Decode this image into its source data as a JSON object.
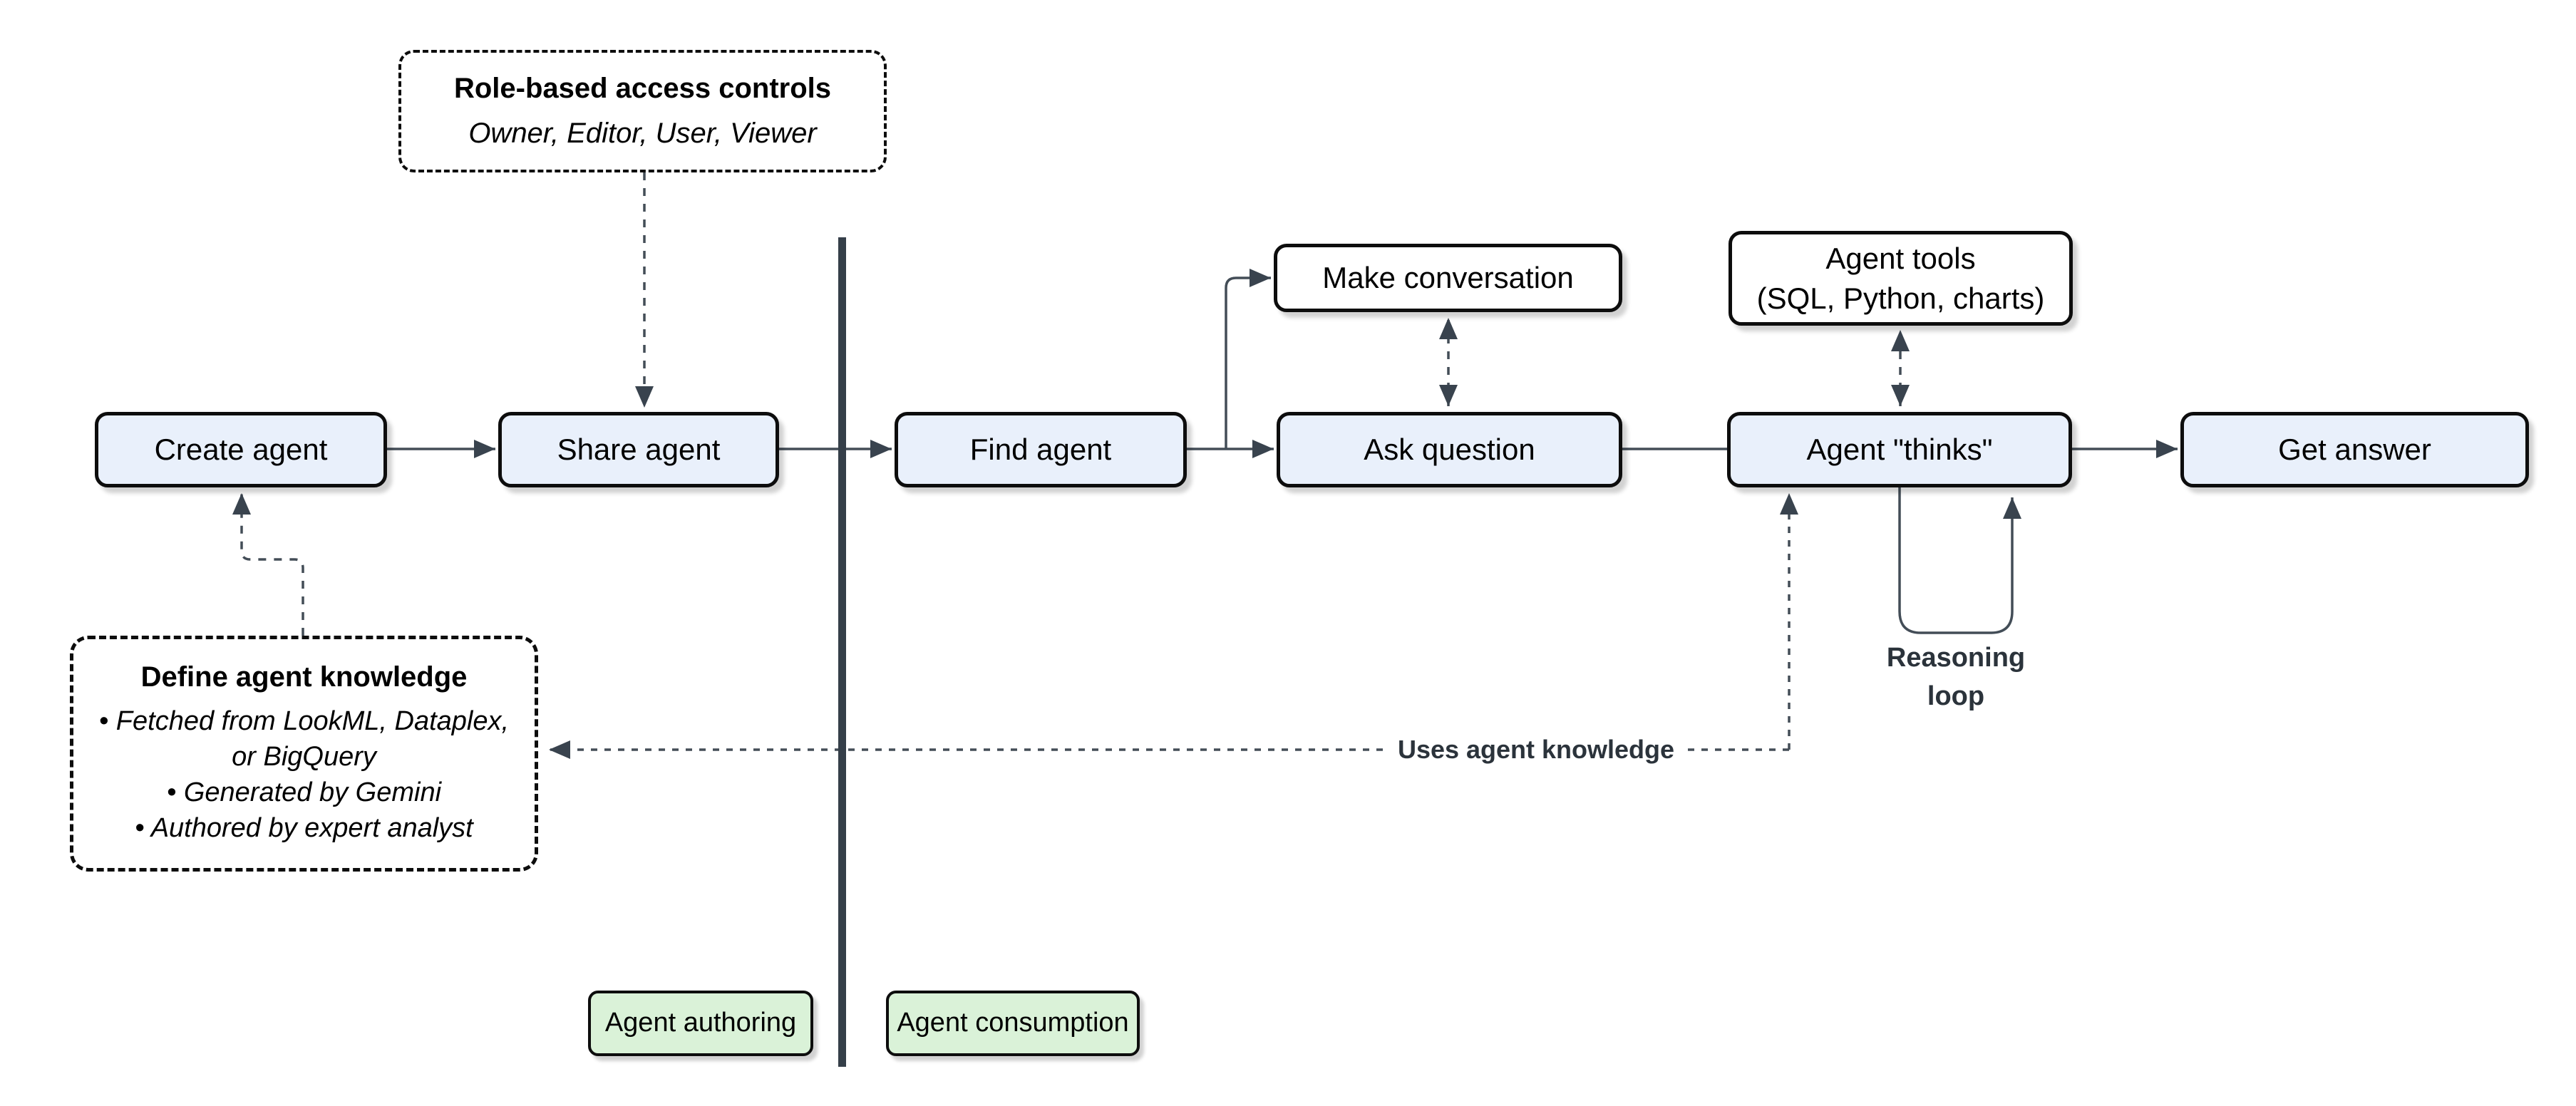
{
  "diagram": {
    "nodes": {
      "create_agent": {
        "label": "Create agent"
      },
      "share_agent": {
        "label": "Share agent"
      },
      "find_agent": {
        "label": "Find agent"
      },
      "ask_question": {
        "label": "Ask question"
      },
      "agent_thinks": {
        "label": "Agent \"thinks\""
      },
      "get_answer": {
        "label": "Get answer"
      },
      "make_conversation": {
        "label": "Make conversation"
      },
      "agent_tools": {
        "line1": "Agent tools",
        "line2": "(SQL, Python, charts)"
      }
    },
    "annotations": {
      "rbac": {
        "title": "Role-based access controls",
        "roles": "Owner, Editor, User, Viewer"
      },
      "knowledge": {
        "title": "Define agent knowledge",
        "bullets": [
          "Fetched from LookML, Dataplex, or BigQuery",
          "Generated by Gemini",
          "Authored by expert analyst"
        ]
      }
    },
    "edge_labels": {
      "uses_knowledge": "Uses agent knowledge",
      "reasoning_line1": "Reasoning",
      "reasoning_line2": "loop"
    },
    "zones": {
      "authoring": "Agent authoring",
      "consumption": "Agent consumption"
    },
    "colors": {
      "node_fill": "#E9F0FB",
      "zone_fill": "#DAF2D8",
      "node_border": "#0D0D0D",
      "divider": "#353F49",
      "connector": "#434D57",
      "arrowhead": "#39434E"
    }
  }
}
